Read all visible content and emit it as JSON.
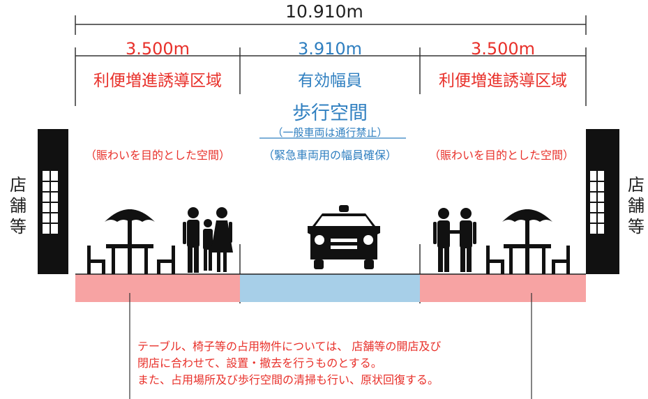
{
  "dimensions": {
    "total": "10.910m",
    "left": "3.500m",
    "center": "3.910m",
    "right": "3.500m"
  },
  "zones": {
    "left": "利便増進誘導区域",
    "center": "有効幅員",
    "right": "利便増進誘導区域"
  },
  "walkway": {
    "title": "歩行空間",
    "subtitle": "（一般車両は通行禁止）"
  },
  "purposes": {
    "left": "（賑わいを目的とした空間）",
    "center": "（緊急車両用の幅員確保）",
    "right": "（賑わいを目的とした空間）"
  },
  "shop_label": "店舗等",
  "note_lines": [
    "テーブル、椅子等の占用物件については、 店舗等の開店及び",
    "閉店に合わせて、設置・撤去を行うものとする。",
    "また、占用場所及び歩行空間の清掃も行い、原状回復する。"
  ],
  "colors": {
    "side_zone": "#f7a3a3",
    "center_zone": "#a7cfe8",
    "red_text": "#e8302a",
    "blue_text": "#2f7fc0"
  },
  "icons": [
    "shop-building-icon",
    "parasol-table-icon",
    "people-icon",
    "car-icon"
  ]
}
